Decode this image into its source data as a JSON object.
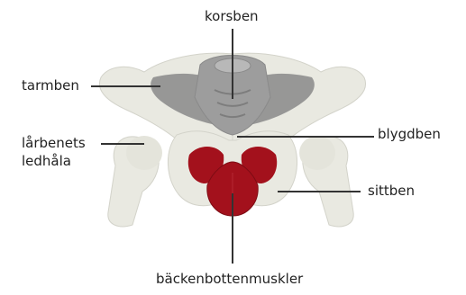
{
  "labels": {
    "korsben": "korsben",
    "tarmben": "tarmben",
    "larbenets_line1": "lårbenets",
    "larbenets_line2": "ledhåla",
    "blygdben": "blygdben",
    "sittben": "sittben",
    "backenbotten": "bäckenbottenmuskler"
  },
  "colors": {
    "bone": "#e9e9e1",
    "bone_outline": "#cfcfc6",
    "sacrum": "#9a9a9a",
    "iliac_shadow": "#8e8e8e",
    "muscle": "#a3111c",
    "leader": "#333333"
  }
}
